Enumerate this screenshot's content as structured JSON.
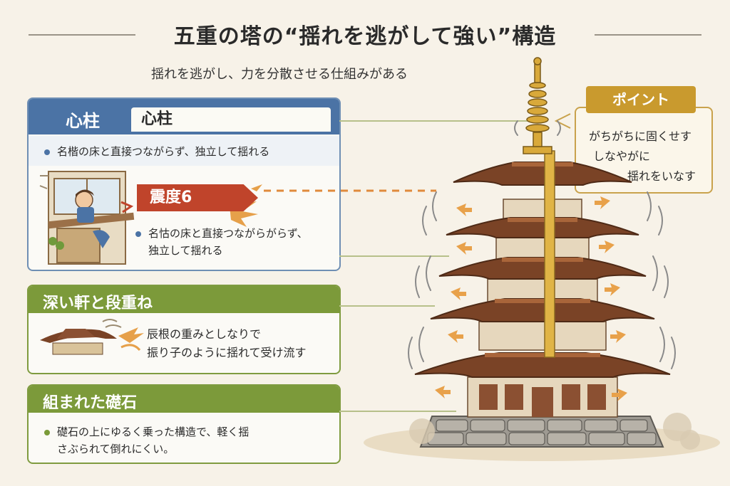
{
  "title": "五重の塔の“揺れを逃がして強い”構造",
  "subtitle": "揺れを逃がし、力を分散させる仕組みがある",
  "shinbashira": {
    "header_name": "心柱",
    "header_tag": "心柱",
    "bullet1": "名楷の床と直接つながらず、独立して揺れる",
    "shindo_badge": "震度6",
    "bullet2_line1": "名怙の床と直接つながらがらず、",
    "bullet2_line2": "独立して揺れる"
  },
  "eaves": {
    "header": "深い軒と段重ね",
    "line1": "辰根の重みとしなりで",
    "line2": "振り子のように揺れて受け流す"
  },
  "foundation": {
    "header": "組まれた礎石",
    "line1": "礎石の上にゆるく乗った構造で、軽く揺",
    "line2": "さぶられて倒れにくい。"
  },
  "point": {
    "label": "ポイント",
    "line1": "がちがちに固くせす",
    "line2": "しなやがに",
    "line3": "揺れをいなす"
  },
  "colors": {
    "blue_header": "#4b73a5",
    "green_header": "#7c9a3a",
    "quake_red": "#c0442b",
    "gold": "#c99a2e",
    "roof_brown": "#7a4326"
  }
}
